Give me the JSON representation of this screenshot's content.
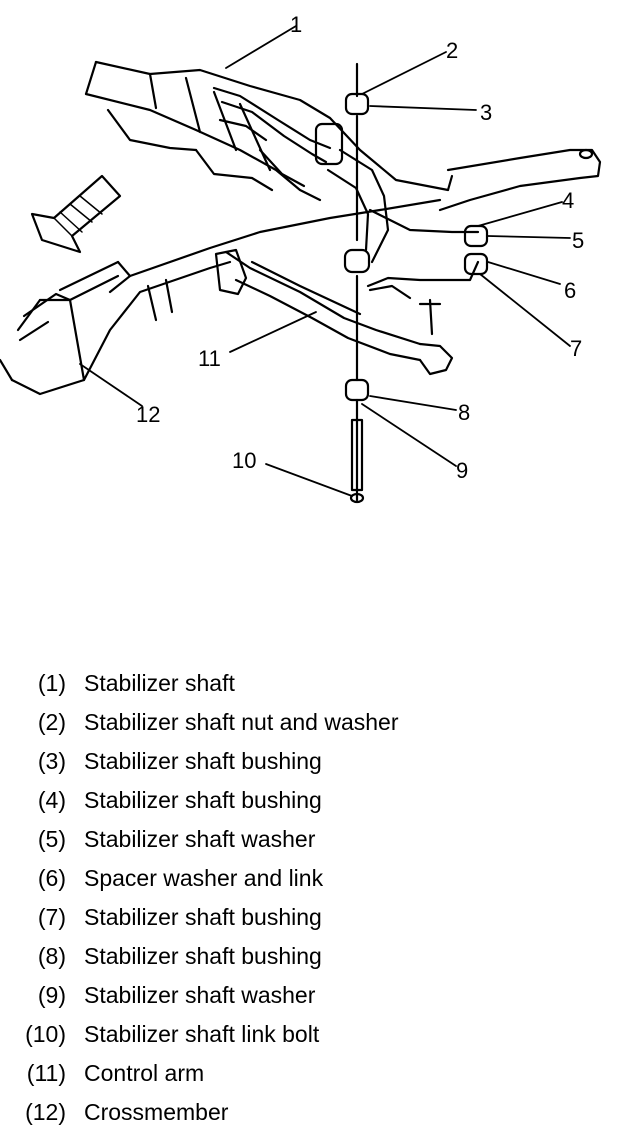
{
  "callouts": [
    "1",
    "2",
    "3",
    "4",
    "5",
    "6",
    "7",
    "8",
    "9",
    "10",
    "11",
    "12"
  ],
  "legend": [
    {
      "num": "(1)",
      "text": "Stabilizer shaft"
    },
    {
      "num": "(2)",
      "text": "Stabilizer shaft nut and washer"
    },
    {
      "num": "(3)",
      "text": "Stabilizer shaft bushing"
    },
    {
      "num": "(4)",
      "text": "Stabilizer shaft bushing"
    },
    {
      "num": "(5)",
      "text": "Stabilizer shaft washer"
    },
    {
      "num": "(6)",
      "text": "Spacer washer and link"
    },
    {
      "num": "(7)",
      "text": "Stabilizer shaft bushing"
    },
    {
      "num": "(8)",
      "text": "Stabilizer shaft bushing"
    },
    {
      "num": "(9)",
      "text": "Stabilizer shaft washer"
    },
    {
      "num": "(10)",
      "text": "Stabilizer shaft link bolt"
    },
    {
      "num": "(11)",
      "text": "Control arm"
    },
    {
      "num": "(12)",
      "text": "Crossmember"
    }
  ]
}
